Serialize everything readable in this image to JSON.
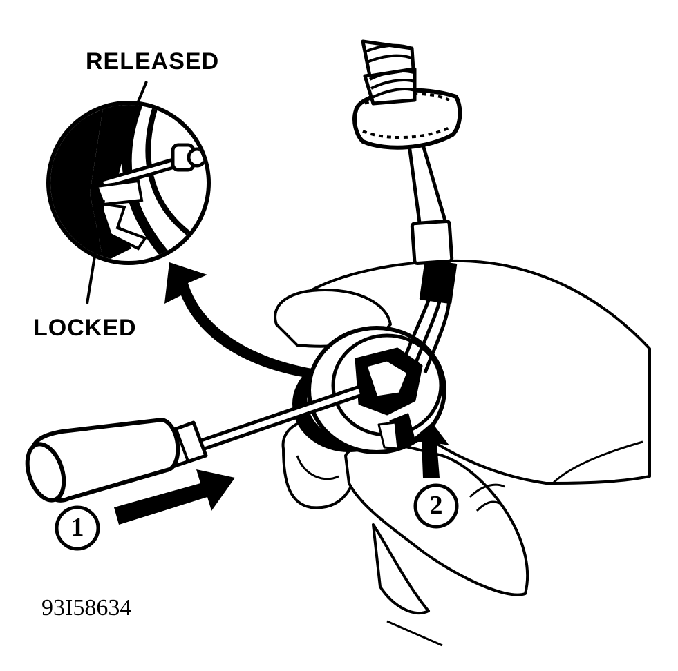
{
  "labels": {
    "released": "RELEASED",
    "locked": "LOCKED"
  },
  "steps": [
    "1",
    "2"
  ],
  "figure_id": "93I58634",
  "colors": {
    "ink": "#000000",
    "paper": "#ffffff"
  }
}
